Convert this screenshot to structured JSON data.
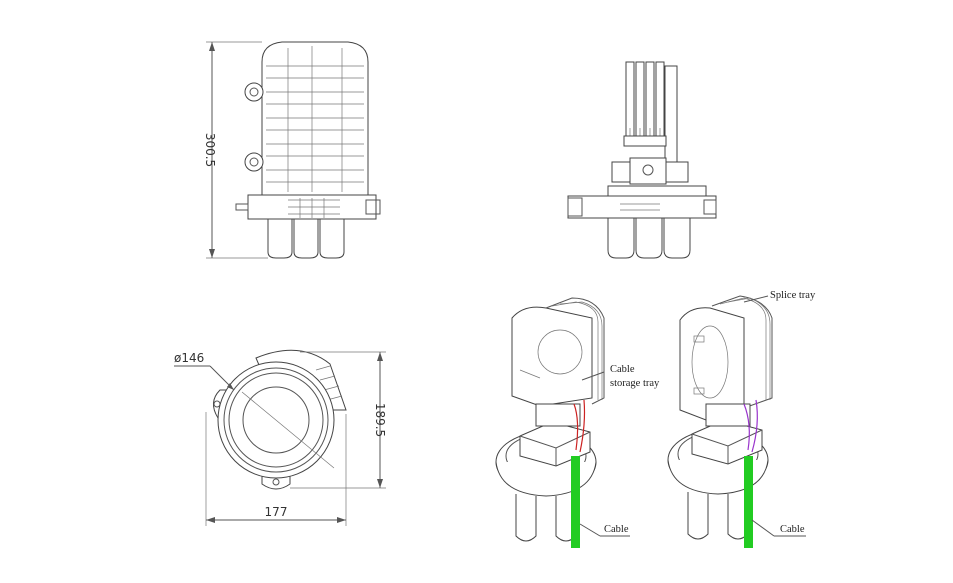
{
  "dimensions": {
    "height": "300.5",
    "diameter": "ø146",
    "depth": "189.5",
    "width": "177"
  },
  "labels": {
    "cable_storage_tray_line1": "Cable",
    "cable_storage_tray_line2": "storage tray",
    "splice_tray": "Splice tray",
    "cable_left": "Cable",
    "cable_right": "Cable"
  },
  "colors": {
    "cable": "#22cc22",
    "fiber_red": "#cc2222",
    "fiber_purple": "#9933cc",
    "line": "#555555"
  }
}
